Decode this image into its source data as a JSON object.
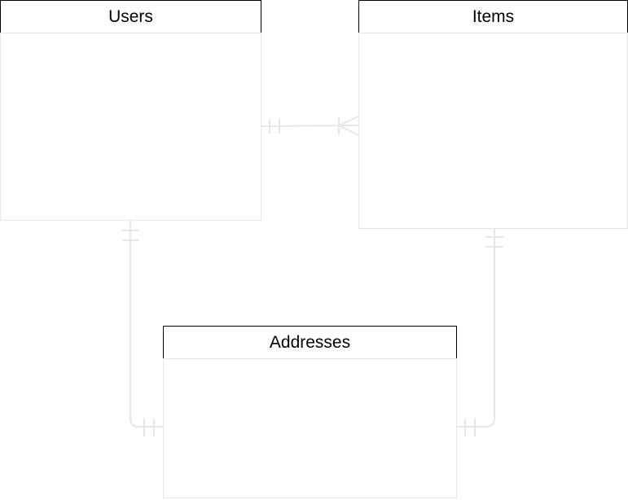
{
  "entities": {
    "users": {
      "title": "Users"
    },
    "items": {
      "title": "Items"
    },
    "addresses": {
      "title": "Addresses"
    }
  },
  "relationships": [
    {
      "from": "Users",
      "to": "Items",
      "from_cardinality": "exactly-one",
      "to_cardinality": "one-or-many"
    },
    {
      "from": "Users",
      "to": "Addresses",
      "from_cardinality": "exactly-one",
      "to_cardinality": "exactly-one"
    },
    {
      "from": "Items",
      "to": "Addresses",
      "from_cardinality": "exactly-one",
      "to_cardinality": "exactly-one"
    }
  ],
  "colors": {
    "header_border": "#000000",
    "body_border": "#e6e6e6",
    "connector": "#e6e6e6",
    "background": "#ffffff"
  }
}
